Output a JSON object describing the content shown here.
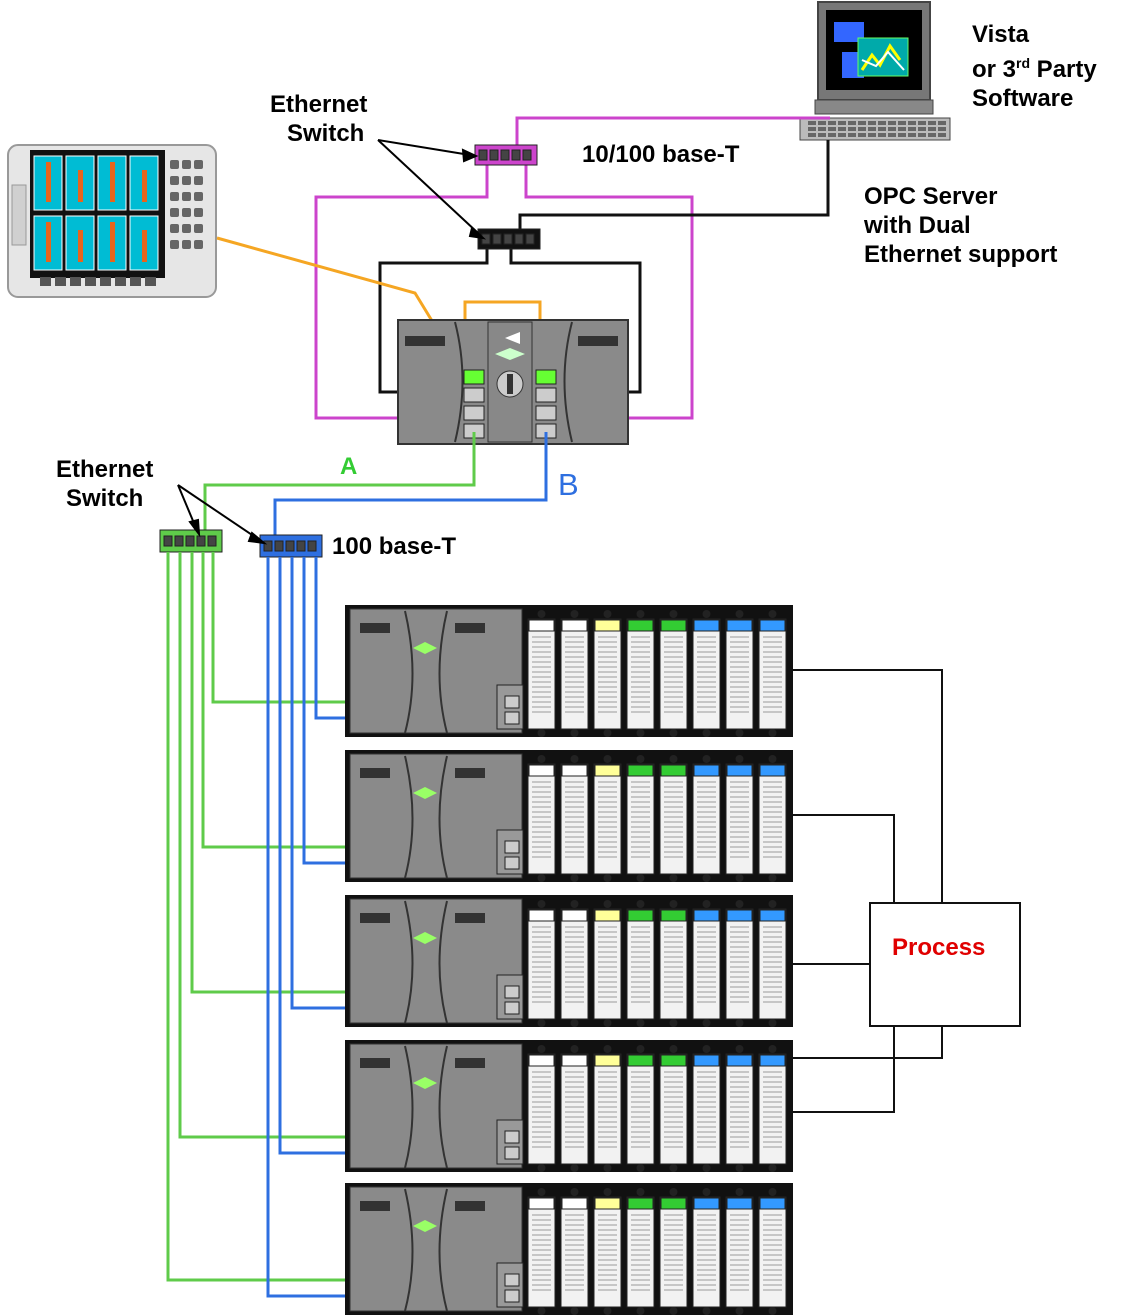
{
  "labels": {
    "software_line1": "Vista",
    "software_line2_pre": "or 3",
    "software_line2_sup": "rd",
    "software_line2_post": " Party",
    "software_line3": "Software",
    "switch_top_line1": "Ethernet",
    "switch_top_line2": "Switch",
    "network_top": "10/100 base-T",
    "opc_line1": "OPC Server",
    "opc_line2": "with Dual",
    "opc_line3": "Ethernet support",
    "switch_left_line1": "Ethernet",
    "switch_left_line2": "Switch",
    "network_a": "A",
    "network_b": "B",
    "network_bottom": "100 base-T",
    "process": "Process"
  },
  "colors": {
    "magenta": "#CC44CC",
    "orange": "#F5A623",
    "green": "#5FCB4A",
    "blue": "#2E6FE0",
    "process_text": "#E00000",
    "rack_gray": "#8A8A8A",
    "dark": "#222222"
  },
  "rack_module_tab_colors": [
    "#FFFFFF",
    "#FFFFFF",
    "#FFFF99",
    "#33CC33",
    "#33CC33",
    "#3399FF",
    "#3399FF",
    "#3399FF"
  ],
  "rack_count": 5
}
